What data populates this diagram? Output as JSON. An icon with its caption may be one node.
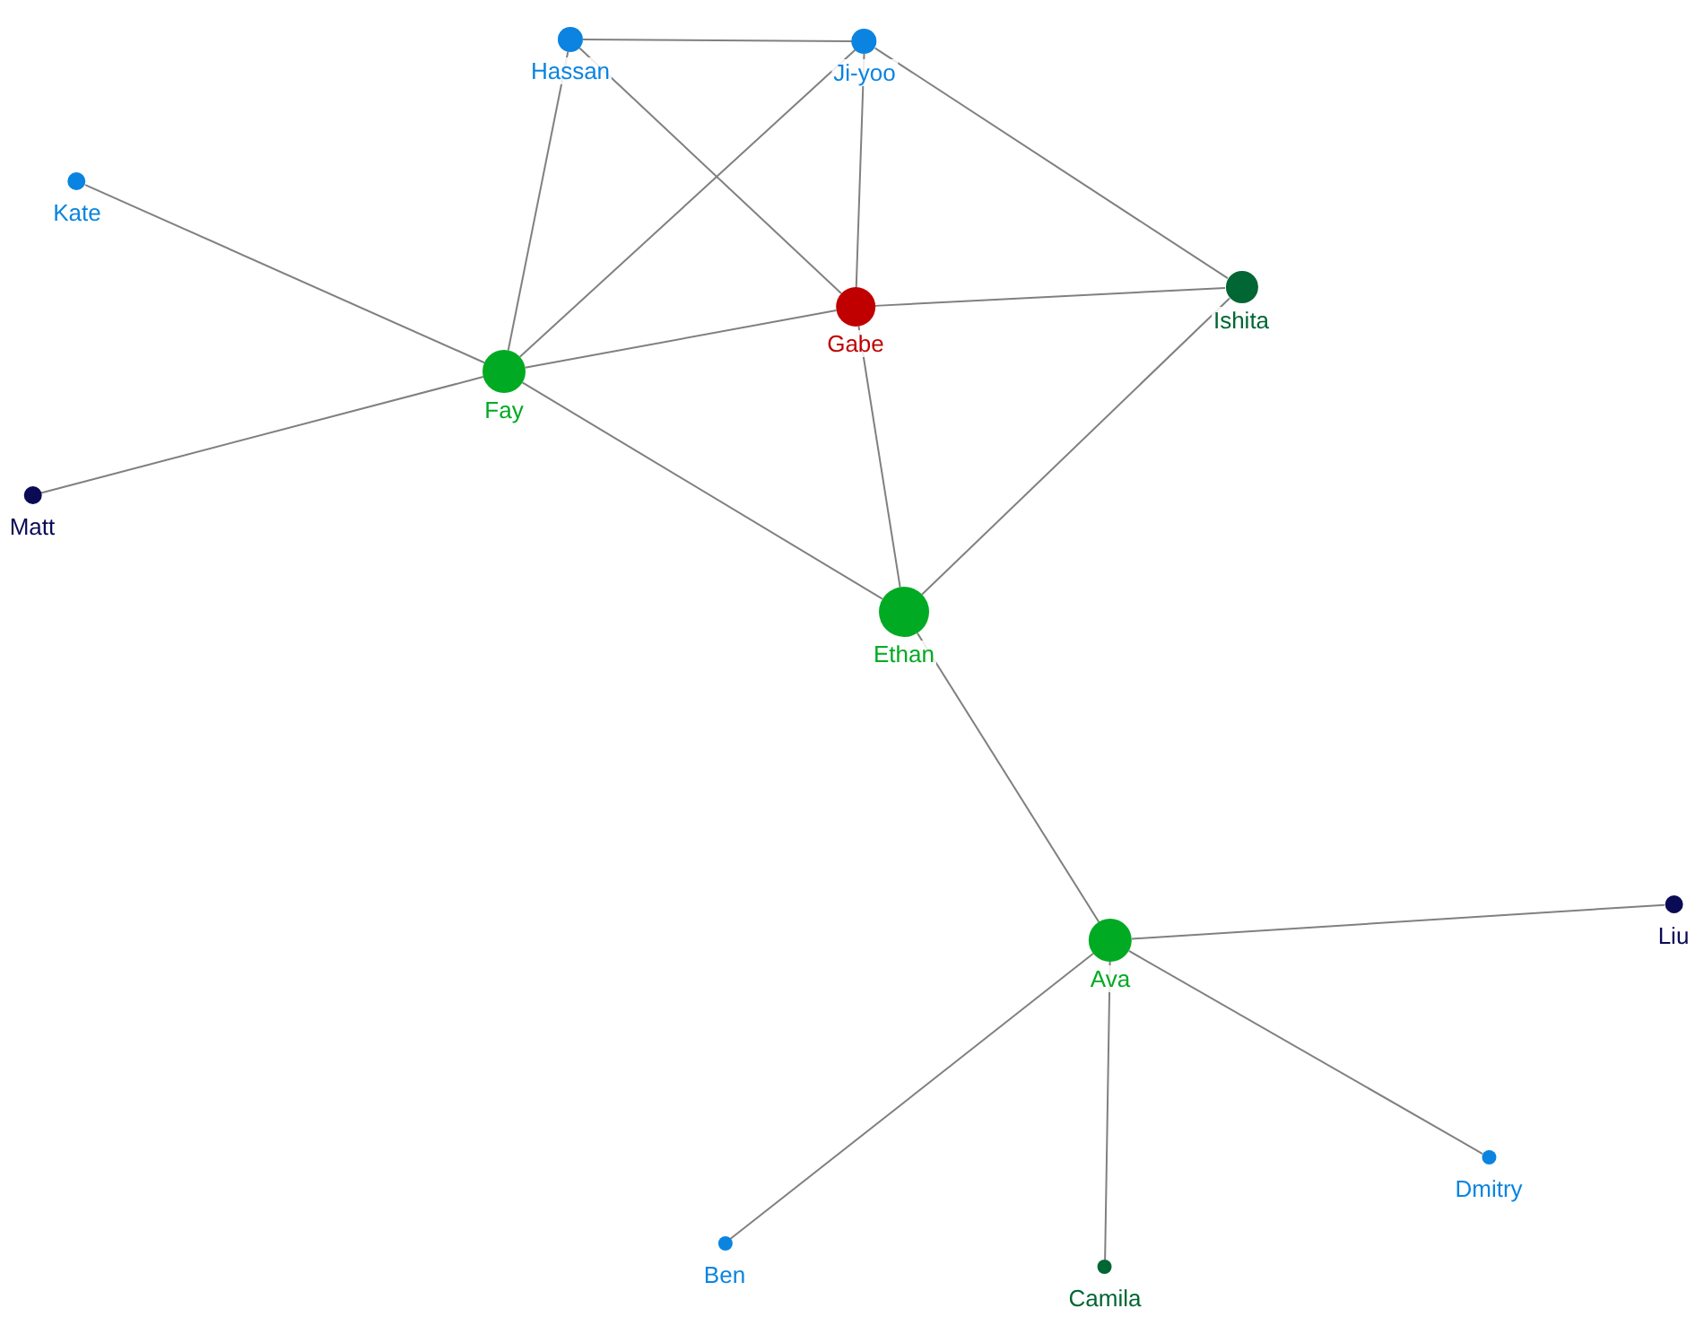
{
  "diagram": {
    "nodes": [
      {
        "text": [
          "Hassan"
        ]
      },
      {
        "text": [
          "Ji-yoo"
        ]
      },
      {
        "text": [
          "Kate"
        ]
      },
      {
        "text": [
          "Gabe"
        ]
      },
      {
        "text": [
          "Ishita"
        ]
      },
      {
        "text": [
          "Fay"
        ]
      },
      {
        "text": [
          "Matt"
        ]
      },
      {
        "text": [
          "Ethan"
        ]
      },
      {
        "text": [
          "Ava"
        ]
      },
      {
        "text": [
          "Liu"
        ]
      },
      {
        "text": [
          "Dmitry"
        ]
      },
      {
        "text": [
          "Ben"
        ]
      },
      {
        "text": [
          "Camila"
        ]
      }
    ],
    "edges": [
      {
        "from": 0,
        "to": 1,
        "arrow": "none"
      },
      {
        "from": 0,
        "to": 5,
        "arrow": "none"
      },
      {
        "from": 0,
        "to": 3,
        "arrow": "none"
      },
      {
        "from": 1,
        "to": 5,
        "arrow": "none"
      },
      {
        "from": 1,
        "to": 3,
        "arrow": "none"
      },
      {
        "from": 1,
        "to": 4,
        "arrow": "none"
      },
      {
        "from": 2,
        "to": 5,
        "arrow": "none"
      },
      {
        "from": 3,
        "to": 5,
        "arrow": "none"
      },
      {
        "from": 3,
        "to": 4,
        "arrow": "none"
      },
      {
        "from": 3,
        "to": 7,
        "arrow": "none"
      },
      {
        "from": 5,
        "to": 6,
        "arrow": "none"
      },
      {
        "from": 5,
        "to": 7,
        "arrow": "none"
      },
      {
        "from": 4,
        "to": 7,
        "arrow": "none"
      },
      {
        "from": 7,
        "to": 8,
        "arrow": "none"
      },
      {
        "from": 8,
        "to": 9,
        "arrow": "none"
      },
      {
        "from": 8,
        "to": 10,
        "arrow": "none"
      },
      {
        "from": 8,
        "to": 11,
        "arrow": "none"
      },
      {
        "from": 8,
        "to": 12,
        "arrow": "none"
      }
    ]
  }
}
